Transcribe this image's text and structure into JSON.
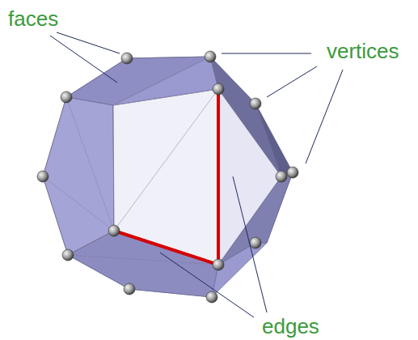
{
  "diagram": {
    "labels": [
      "faces",
      "vertices",
      "edges"
    ]
  }
}
